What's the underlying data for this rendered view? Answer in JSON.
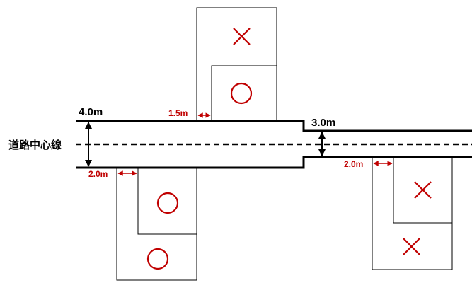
{
  "labels": {
    "center_line": "道路中心線",
    "width_left": "4.0m",
    "width_right": "3.0m",
    "setback_top": "1.5m",
    "setback_bottom_left": "2.0m",
    "setback_bottom_right": "2.0m"
  },
  "marks": {
    "ok": "circle",
    "ng": "cross"
  },
  "colors": {
    "line": "#000000",
    "accent": "#c00000",
    "background": "#ffffff"
  }
}
